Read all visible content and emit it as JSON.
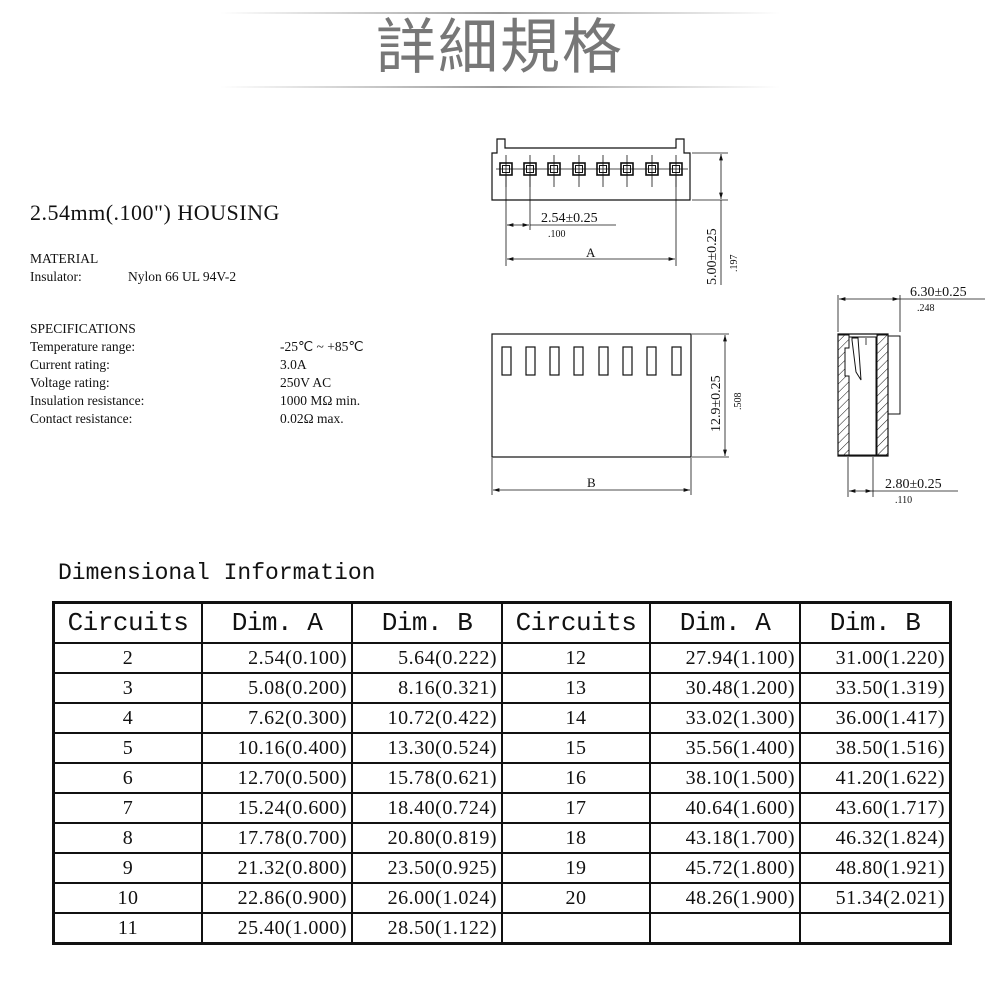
{
  "banner": {
    "title": "詳細規格"
  },
  "housing": {
    "title": "2.54mm(.100\") HOUSING",
    "material": {
      "heading": "MATERIAL",
      "insulator_label": "Insulator:",
      "insulator_value": "Nylon 66 UL 94V-2"
    },
    "specifications": {
      "heading": "SPECIFICATIONS",
      "items": [
        {
          "label": "Temperature range:",
          "value": "-25℃ ~ +85℃"
        },
        {
          "label": "Current rating:",
          "value": "3.0A"
        },
        {
          "label": "Voltage rating:",
          "value": "250V AC"
        },
        {
          "label": "Insulation resistance:",
          "value": "1000 MΩ min."
        },
        {
          "label": "Contact resistance:",
          "value": "0.02Ω max."
        }
      ]
    }
  },
  "drawing": {
    "pitch_mm": "2.54±0.25",
    "pitch_in": ".100",
    "dim_a_label": "A",
    "height_mm": "5.00±0.25",
    "height_in": ".197",
    "dim_b_label": "B",
    "length_mm": "12.9±0.25",
    "length_in": ".508",
    "depth_mm": "6.30±0.25",
    "depth_in": ".248",
    "slot_mm": "2.80±0.25",
    "slot_in": ".110",
    "pin_count_shown": 8
  },
  "dimensional": {
    "title": "Dimensional Information",
    "headers": [
      "Circuits",
      "Dim. A",
      "Dim. B",
      "Circuits",
      "Dim. A",
      "Dim. B"
    ],
    "rows": [
      [
        "2",
        "2.54(0.100)",
        "5.64(0.222)",
        "12",
        "27.94(1.100)",
        "31.00(1.220)"
      ],
      [
        "3",
        "5.08(0.200)",
        "8.16(0.321)",
        "13",
        "30.48(1.200)",
        "33.50(1.319)"
      ],
      [
        "4",
        "7.62(0.300)",
        "10.72(0.422)",
        "14",
        "33.02(1.300)",
        "36.00(1.417)"
      ],
      [
        "5",
        "10.16(0.400)",
        "13.30(0.524)",
        "15",
        "35.56(1.400)",
        "38.50(1.516)"
      ],
      [
        "6",
        "12.70(0.500)",
        "15.78(0.621)",
        "16",
        "38.10(1.500)",
        "41.20(1.622)"
      ],
      [
        "7",
        "15.24(0.600)",
        "18.40(0.724)",
        "17",
        "40.64(1.600)",
        "43.60(1.717)"
      ],
      [
        "8",
        "17.78(0.700)",
        "20.80(0.819)",
        "18",
        "43.18(1.700)",
        "46.32(1.824)"
      ],
      [
        "9",
        "21.32(0.800)",
        "23.50(0.925)",
        "19",
        "45.72(1.800)",
        "48.80(1.921)"
      ],
      [
        "10",
        "22.86(0.900)",
        "26.00(1.024)",
        "20",
        "48.26(1.900)",
        "51.34(2.021)"
      ],
      [
        "11",
        "25.40(1.000)",
        "28.50(1.122)",
        "",
        "",
        ""
      ]
    ]
  }
}
